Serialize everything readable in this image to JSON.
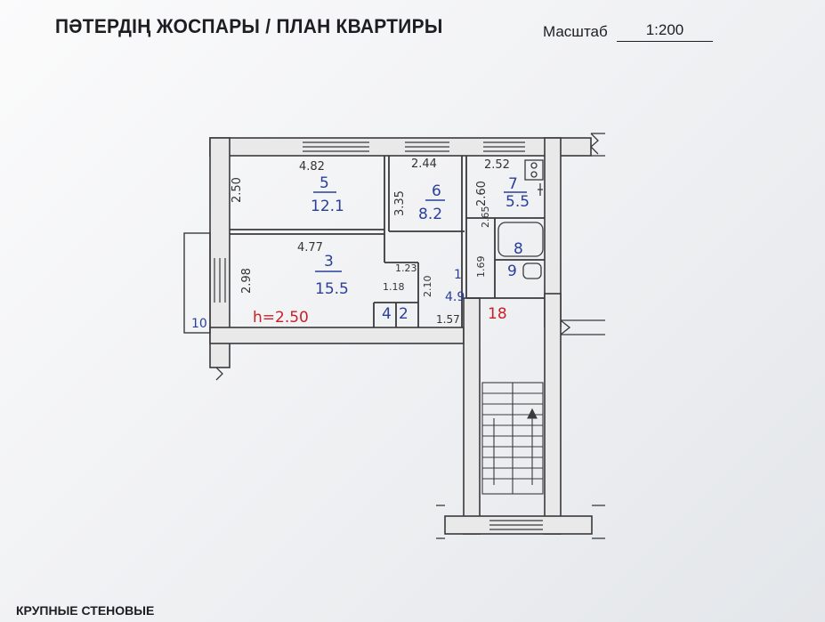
{
  "header": {
    "title": "ПӘТЕРДІҢ ЖОСПАРЫ / ПЛАН КВАРТИРЫ",
    "scale_label": "Масштаб",
    "scale_value": "1:200"
  },
  "rooms": {
    "room5": {
      "width": "4.82",
      "height": "2.50",
      "number": "5",
      "area": "12.1"
    },
    "room6": {
      "width": "2.44",
      "height": "3.35",
      "number": "6",
      "area": "8.2"
    },
    "room7": {
      "width": "2.52",
      "height": "2.60",
      "number": "7",
      "area": "5.5"
    },
    "room3": {
      "width": "4.77",
      "height": "2.98",
      "number": "3",
      "area": "15.5"
    },
    "room1": {
      "number": "1",
      "area": "4.9",
      "dim_top": "1.23",
      "dim_side": "2.10",
      "dim_bottom": "1.57"
    },
    "room8": {
      "number": "8",
      "dim": "1.69"
    },
    "room9": {
      "number": "9",
      "dim": "2.65"
    },
    "room4": {
      "number": "4",
      "dim": "1.18"
    },
    "room2": {
      "number": "2"
    },
    "room10": {
      "number": "10"
    },
    "stair18": {
      "number": "18"
    }
  },
  "ceiling_height": "h=2.50",
  "footer_text": "КРУПНЫЕ СТЕНОВЫЕ",
  "colors": {
    "pen_blue": "#2a3f9a",
    "pen_red": "#c8202a",
    "ink": "#3a3a3d"
  }
}
